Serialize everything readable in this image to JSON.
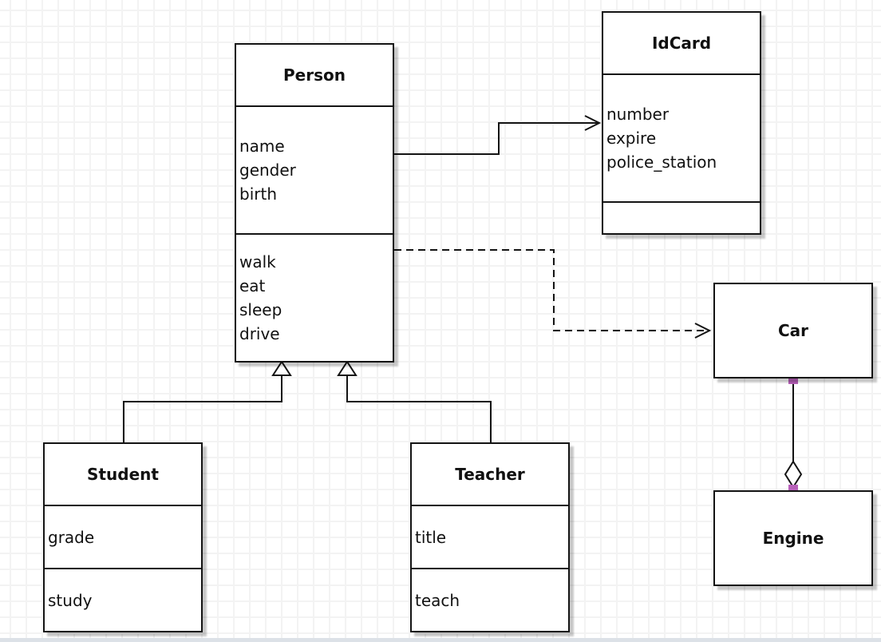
{
  "classes": {
    "person": {
      "title": "Person",
      "attributes": [
        "name",
        "gender",
        "birth"
      ],
      "methods": [
        "walk",
        "eat",
        "sleep",
        "drive"
      ]
    },
    "idcard": {
      "title": "IdCard",
      "attributes": [
        "number",
        "expire",
        "police_station"
      ],
      "methods": []
    },
    "car": {
      "title": "Car",
      "attributes": [],
      "methods": []
    },
    "engine": {
      "title": "Engine",
      "attributes": [],
      "methods": []
    },
    "student": {
      "title": "Student",
      "attributes": [
        "grade"
      ],
      "methods": [
        "study"
      ]
    },
    "teacher": {
      "title": "Teacher",
      "attributes": [
        "title"
      ],
      "methods": [
        "teach"
      ]
    }
  },
  "relationships": [
    {
      "type": "association",
      "from": "Person",
      "to": "IdCard",
      "line": "solid",
      "arrow": "open-arrow"
    },
    {
      "type": "dependency",
      "from": "Person",
      "to": "Car",
      "line": "dashed",
      "arrow": "open-arrow"
    },
    {
      "type": "generalization",
      "from": "Student",
      "to": "Person",
      "line": "solid",
      "arrow": "hollow-triangle"
    },
    {
      "type": "generalization",
      "from": "Teacher",
      "to": "Person",
      "line": "solid",
      "arrow": "hollow-triangle"
    },
    {
      "type": "aggregation",
      "from": "Engine",
      "to": "Car",
      "line": "solid",
      "arrow": "hollow-diamond",
      "selected": true
    }
  ],
  "colors": {
    "box_border": "#141414",
    "box_fill": "#ffffff",
    "box_shadow": "#c9c9c9",
    "grid_line": "#f3f3f3",
    "canvas_bg": "#ffffff",
    "selection_handle": "#b760b9",
    "bottom_strip": "#dce1e7"
  }
}
